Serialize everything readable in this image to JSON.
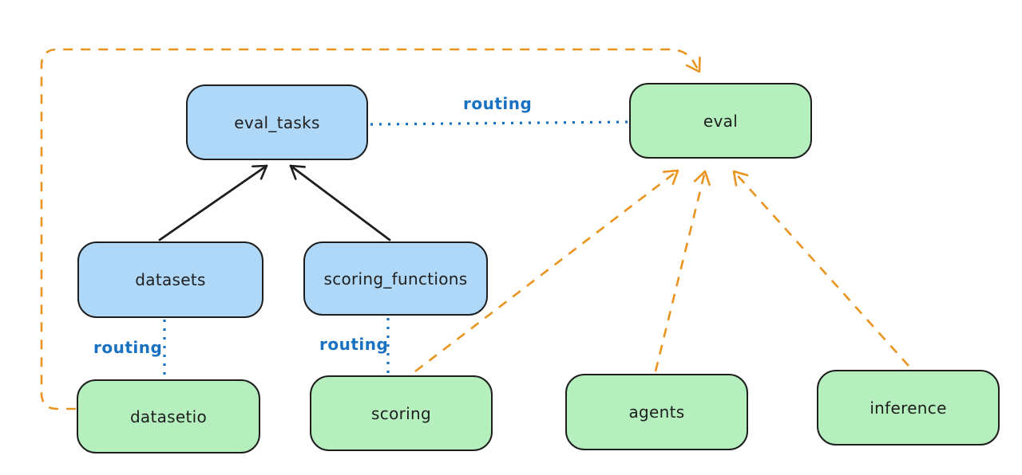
{
  "diagram": {
    "nodes": {
      "eval_tasks": {
        "label": "eval_tasks",
        "kind": "registry",
        "fill": "#aed7f8"
      },
      "eval": {
        "label": "eval",
        "kind": "api",
        "fill": "#b5efbe"
      },
      "datasets": {
        "label": "datasets",
        "kind": "registry",
        "fill": "#aed7f8"
      },
      "scoring_functions": {
        "label": "scoring_functions",
        "kind": "registry",
        "fill": "#aed7f8"
      },
      "datasetio": {
        "label": "datasetio",
        "kind": "api",
        "fill": "#b5efbe"
      },
      "scoring": {
        "label": "scoring",
        "kind": "api",
        "fill": "#b5efbe"
      },
      "agents": {
        "label": "agents",
        "kind": "api",
        "fill": "#b5efbe"
      },
      "inference": {
        "label": "inference",
        "kind": "api",
        "fill": "#b5efbe"
      }
    },
    "edges": [
      {
        "from": "datasets",
        "to": "eval_tasks",
        "style": "solid-arrow",
        "color": "#1e1e1e"
      },
      {
        "from": "scoring_functions",
        "to": "eval_tasks",
        "style": "solid-arrow",
        "color": "#1e1e1e"
      },
      {
        "from": "eval_tasks",
        "to": "eval",
        "style": "dotted",
        "color": "#1971c2",
        "label": "routing"
      },
      {
        "from": "datasets",
        "to": "datasetio",
        "style": "dotted",
        "color": "#1971c2",
        "label": "routing"
      },
      {
        "from": "scoring_functions",
        "to": "scoring",
        "style": "dotted",
        "color": "#1971c2",
        "label": "routing"
      },
      {
        "from": "datasetio",
        "to": "eval",
        "style": "dashed-arrow",
        "color": "#e8941f"
      },
      {
        "from": "scoring",
        "to": "eval",
        "style": "dashed-arrow",
        "color": "#e8941f"
      },
      {
        "from": "agents",
        "to": "eval",
        "style": "dashed-arrow",
        "color": "#e8941f"
      },
      {
        "from": "inference",
        "to": "eval",
        "style": "dashed-arrow",
        "color": "#e8941f"
      }
    ],
    "colors": {
      "background": "#ffffff",
      "node_blue_fill": "#aed7f8",
      "node_green_fill": "#b5efbe",
      "node_stroke": "#1e1e1e",
      "routing_blue": "#1971c2",
      "arrow_orange": "#e8941f",
      "arrow_black": "#1e1e1e"
    }
  }
}
